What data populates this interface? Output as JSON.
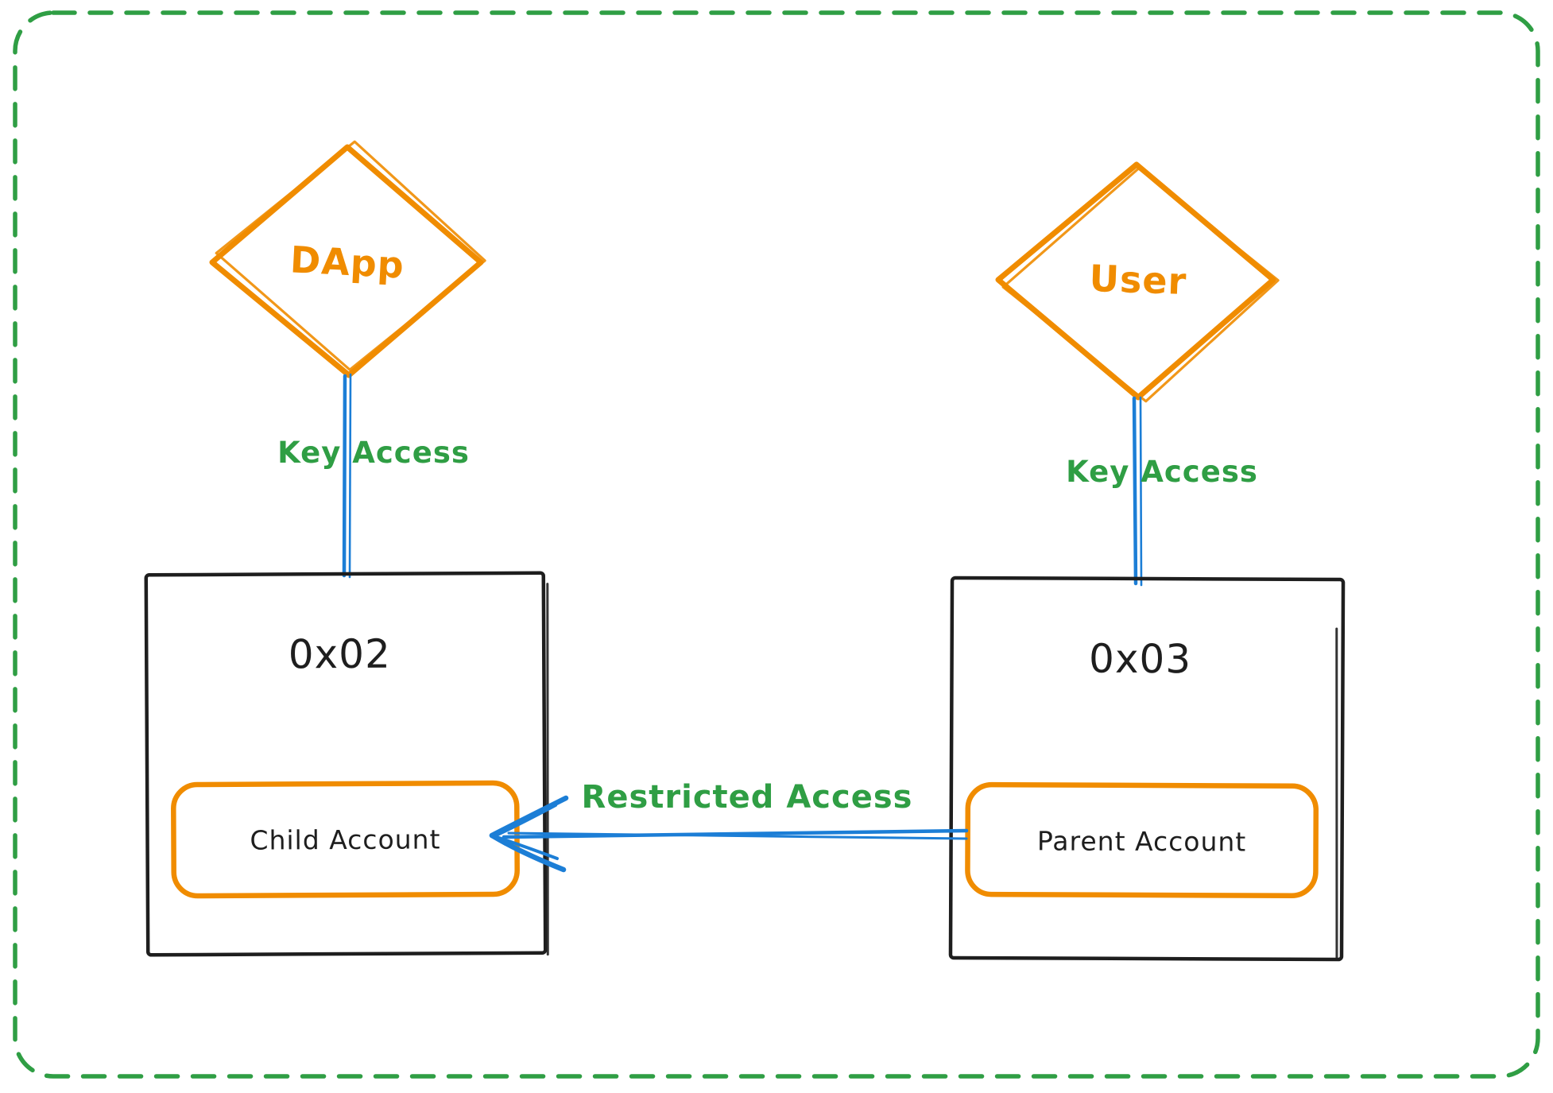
{
  "diagram": {
    "nodes": {
      "dapp": {
        "label": "DApp"
      },
      "user": {
        "label": "User"
      },
      "contract_02": {
        "title": "0x02",
        "account_label": "Child Account"
      },
      "contract_03": {
        "title": "0x03",
        "account_label": "Parent Account"
      }
    },
    "edges": {
      "dapp_to_02": {
        "label": "Key Access"
      },
      "user_to_03": {
        "label": "Key Access"
      },
      "parent_to_child": {
        "label": "Restricted Access"
      }
    },
    "colors": {
      "boundary_green": "#2f9e44",
      "edge_label_green": "#2f9e44",
      "node_orange": "#f08c00",
      "hatch_yellow": "#ffd87d",
      "hatch_yellow_light": "#ffe9b3",
      "connector_blue": "#1c7ed6",
      "box_black": "#1e1e1e",
      "text_black": "#1e1e1e",
      "background": "#ffffff"
    }
  }
}
